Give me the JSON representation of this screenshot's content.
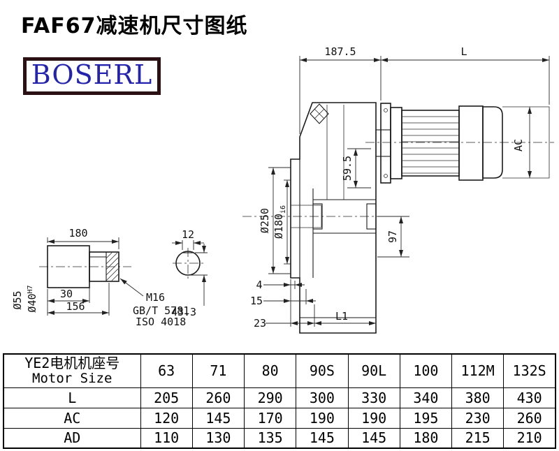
{
  "page": {
    "title": "FAF67减速机尺寸图纸",
    "brand": "BOSERL"
  },
  "drawing": {
    "dim_187_5": "187.5",
    "dim_L": "L",
    "dim_AC": "AC",
    "dim_d250": "Ø250",
    "dim_d180": "Ø180",
    "dim_d180_tol": "i6",
    "dim_59_5": "59.5",
    "dim_97": "97",
    "dim_180": "180",
    "dim_12": "12",
    "dim_d55": "Ø55",
    "dim_d40": "Ø40",
    "dim_d40_tol": "H7",
    "dim_30": "30",
    "dim_156": "156",
    "thread_label": "M16",
    "thread_std1": "GB/T 5781",
    "thread_std2": "ISO 4018",
    "dim_43_3": "43.3",
    "dim_4": "4",
    "dim_15": "15",
    "dim_23": "23",
    "dim_L1": "L1"
  },
  "table": {
    "header_cn": "YE2电机机座号",
    "header_en": "Motor Size",
    "sizes": [
      "63",
      "71",
      "80",
      "90S",
      "90L",
      "100",
      "112M",
      "132S"
    ],
    "rows": [
      {
        "label": "L",
        "values": [
          "205",
          "260",
          "290",
          "300",
          "330",
          "340",
          "380",
          "430"
        ]
      },
      {
        "label": "AC",
        "values": [
          "120",
          "145",
          "170",
          "190",
          "190",
          "195",
          "230",
          "260"
        ]
      },
      {
        "label": "AD",
        "values": [
          "110",
          "130",
          "135",
          "145",
          "145",
          "180",
          "215",
          "210"
        ]
      }
    ]
  }
}
